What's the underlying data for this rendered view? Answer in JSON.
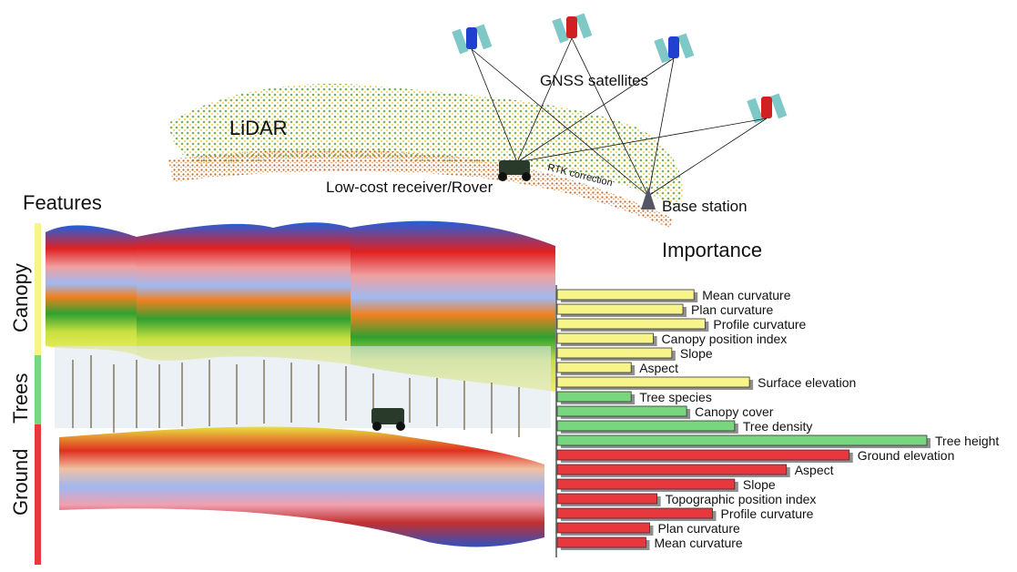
{
  "top": {
    "lidar_label": "LiDAR",
    "gnss_label": "GNSS satellites",
    "rover_label": "Low-cost receiver/Rover",
    "base_label": "Base station",
    "rtk_label": "RTK correction"
  },
  "features_title": "Features",
  "importance_title": "Importance",
  "groups": {
    "canopy": "Canopy",
    "trees": "Trees",
    "ground": "Ground"
  },
  "colors": {
    "canopy": "#f7f48a",
    "trees": "#78d67e",
    "ground": "#e8373d",
    "shadow": "#8f8f8f"
  },
  "chart_data": {
    "type": "bar",
    "orientation": "horizontal",
    "categories": [
      "Mean curvature",
      "Plan curvature",
      "Profile curvature",
      "Canopy position index",
      "Slope",
      "Aspect",
      "Surface elevation",
      "Tree species",
      "Canopy cover",
      "Tree density",
      "Tree height",
      "Ground elevation",
      "Aspect",
      "Slope",
      "Topographic position index",
      "Profile curvature",
      "Plan curvature",
      "Mean curvature"
    ],
    "groups": [
      "canopy",
      "canopy",
      "canopy",
      "canopy",
      "canopy",
      "canopy",
      "canopy",
      "trees",
      "trees",
      "trees",
      "trees",
      "ground",
      "ground",
      "ground",
      "ground",
      "ground",
      "ground",
      "ground"
    ],
    "values": [
      0.37,
      0.34,
      0.4,
      0.26,
      0.31,
      0.2,
      0.52,
      0.2,
      0.35,
      0.48,
      1.0,
      0.79,
      0.62,
      0.48,
      0.27,
      0.42,
      0.25,
      0.24
    ],
    "xlim": [
      0,
      1
    ]
  }
}
